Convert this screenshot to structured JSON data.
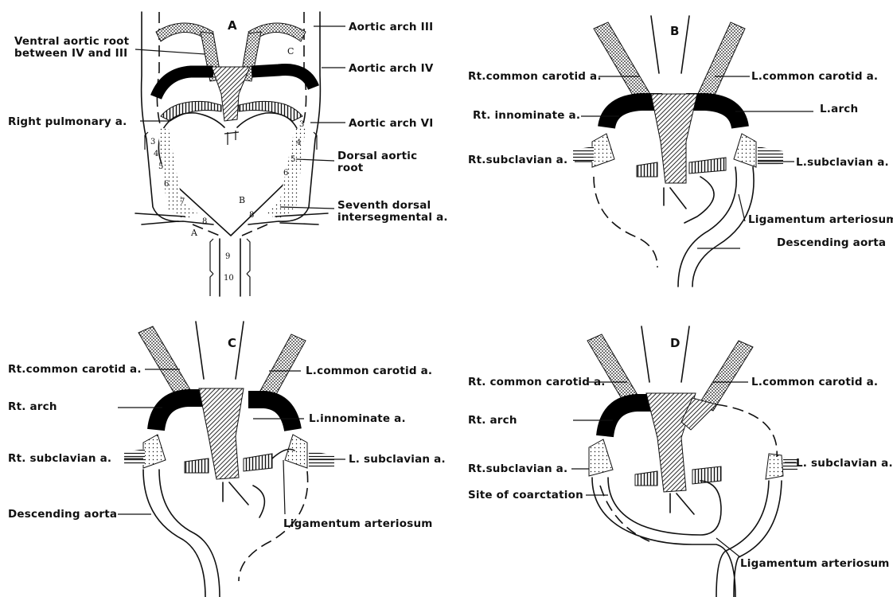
{
  "panels": {
    "A": {
      "letter": "A",
      "inner_c": "C",
      "inner_b": "B",
      "inner_a": "A",
      "labels": {
        "aortic_arch_3": "Aortic arch III",
        "ventral_root_1": "Ventral aortic root",
        "ventral_root_2": "between IV and III",
        "aortic_arch_4": "Aortic arch IV",
        "right_pulmonary": "Right pulmonary a.",
        "aortic_arch_6": "Aortic arch VI",
        "dorsal_root_1": "Dorsal aortic",
        "dorsal_root_2": "root",
        "seventh_1": "Seventh dorsal",
        "seventh_2": "intersegmental a."
      },
      "segments": [
        "3",
        "4",
        "5",
        "6",
        "7",
        "8",
        "9",
        "10"
      ]
    },
    "B": {
      "letter": "B",
      "labels": {
        "rt_common_carotid": "Rt.common carotid a.",
        "l_common_carotid": "L.common carotid a.",
        "rt_innominate": "Rt. innominate a.",
        "l_arch": "L.arch",
        "rt_subclavian": "Rt.subclavian a.",
        "l_subclavian": "L.subclavian a.",
        "ligamentum": "Ligamentum arteriosum",
        "descending": "Descending aorta"
      }
    },
    "C": {
      "letter": "C",
      "labels": {
        "rt_common_carotid": "Rt.common carotid a.",
        "l_common_carotid": "L.common carotid a.",
        "rt_arch": "Rt. arch",
        "l_innominate": "L.innominate a.",
        "rt_subclavian": "Rt. subclavian a.",
        "l_subclavian": "L. subclavian a.",
        "descending": "Descending aorta",
        "ligamentum": "Ligamentum arteriosum"
      }
    },
    "D": {
      "letter": "D",
      "labels": {
        "rt_common_carotid": "Rt. common carotid a.",
        "l_common_carotid": "L.common carotid a.",
        "rt_arch": "Rt. arch",
        "rt_subclavian": "Rt.subclavian a.",
        "l_subclavian": "L. subclavian a.",
        "site_coarctation": "Site of coarctation",
        "ligamentum": "Ligamentum arteriosum"
      }
    }
  }
}
